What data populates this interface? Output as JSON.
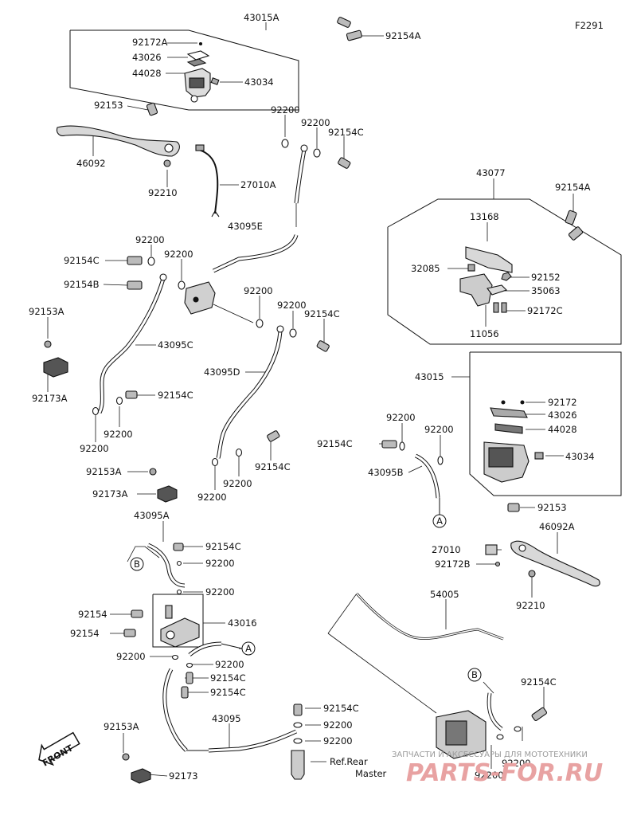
{
  "figure_id": "F2291",
  "labels": {
    "l43015A": "43015A",
    "l92172A": "92172A",
    "l43026a": "43026",
    "l44028a": "44028",
    "l43034a": "43034",
    "l92154A_top": "92154A",
    "l92153_top": "92153",
    "l46092": "46092",
    "l92210_left": "92210",
    "l27010A": "27010A",
    "l92200_a": "92200",
    "l92200_b": "92200",
    "l92154C_a": "92154C",
    "l43095E": "43095E",
    "l92200_c": "92200",
    "l92154C_b": "92154C",
    "l92200_d": "92200",
    "l92154B": "92154B",
    "l92200_e": "92200",
    "l92200_f": "92200",
    "l92154C_c": "92154C",
    "l92153A_a": "92153A",
    "l43095C": "43095C",
    "l43095D": "43095D",
    "l92173A_a": "92173A",
    "l92154C_d": "92154C",
    "l92200_g": "92200",
    "l92200_h": "92200",
    "l92154C_e": "92154C",
    "l92200_i": "92200",
    "l92200_j": "92200",
    "l92153A_b": "92153A",
    "l92173A_b": "92173A",
    "l43077": "43077",
    "l92154A_right": "92154A",
    "l13168": "13168",
    "l32085": "32085",
    "l92152": "92152",
    "l35063": "35063",
    "l92172C": "92172C",
    "l11056": "11056",
    "l43015": "43015",
    "l92172": "92172",
    "l43026b": "43026",
    "l44028b": "44028",
    "l43034b": "43034",
    "l92200_k": "92200",
    "l92200_l": "92200",
    "l92154C_f": "92154C",
    "l43095B": "43095B",
    "l92153_right": "92153",
    "l46092A": "46092A",
    "l27010": "27010",
    "l92172B": "92172B",
    "l92210_right": "92210",
    "l43095A": "43095A",
    "l92154C_g": "92154C",
    "l92200_m": "92200",
    "l92200_n": "92200",
    "l92154_a": "92154",
    "l43016": "43016",
    "l92154_b": "92154",
    "l92200_o": "92200",
    "l92200_p": "92200",
    "l92154C_h": "92154C",
    "l92154C_i": "92154C",
    "l54005": "54005",
    "l92154C_j": "92154C",
    "l92154C_k": "92154C",
    "l43095": "43095",
    "l92200_q": "92200",
    "l92200_r": "92200",
    "l92153A_c": "92153A",
    "l92173": "92173",
    "l_refrear": "Ref.Rear",
    "l_master": "Master",
    "l92200_s": "92200",
    "l92200_t": "92200"
  },
  "callouts": {
    "A1": "A",
    "A2": "A",
    "B1": "B",
    "B2": "B"
  },
  "front_badge": "FRONT",
  "watermark": {
    "line1": "ЗАПЧАСТИ И АКСЕССУАРЫ ДЛЯ МОТОТЕХНИКИ",
    "line2": "PARTS-FOR.RU"
  }
}
